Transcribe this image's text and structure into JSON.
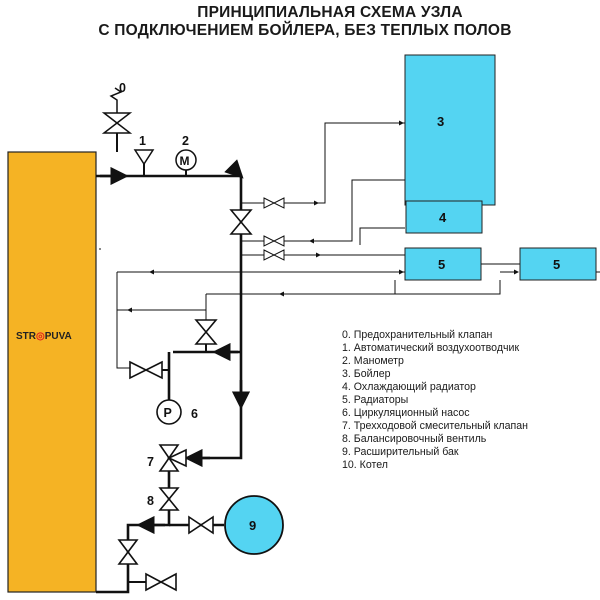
{
  "title": {
    "line1": "ПРИНЦИПИАЛЬНАЯ СХЕМА УЗЛА",
    "line2": "С ПОДКЛЮЧЕНИЕМ БОЙЛЕРА, БЕЗ ТЕПЛЫХ ПОЛОВ"
  },
  "boiler_brand": {
    "left": "STR",
    "right": "PUVA"
  },
  "numbers": {
    "n0": "0",
    "n1": "1",
    "n2": "2",
    "n3": "3",
    "n4": "4",
    "n5a": "5",
    "n5b": "5",
    "n6": "6",
    "n7": "7",
    "n8": "8",
    "n9": "9",
    "pump_letter": "P",
    "gauge_letter": "M"
  },
  "legend": [
    "0. Предохранительный клапан",
    "1. Автоматический воздухоотводчик",
    "2. Манометр",
    "3. Бойлер",
    "4. Охлаждающий радиатор",
    "5. Радиаторы",
    "6. Циркуляционный насос",
    "7. Трехходовой смесительный клапан",
    "8. Балансировочный вентиль",
    "9. Расширительный бак",
    "10. Котел"
  ],
  "colors": {
    "boiler": "#f5b324",
    "tank": "#54d4f2",
    "pipe": "#111111"
  }
}
